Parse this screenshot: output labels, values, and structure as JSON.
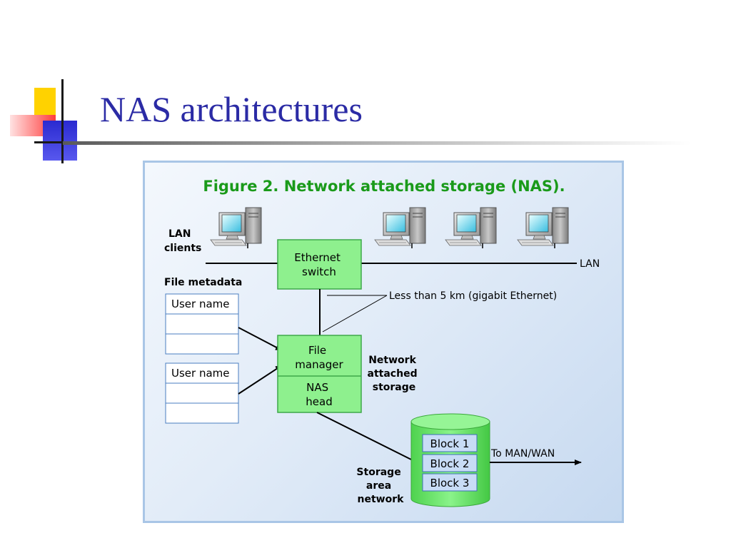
{
  "slide": {
    "title": "NAS architectures"
  },
  "figure": {
    "caption": "Figure 2. Network attached storage (NAS).",
    "lan_clients": [
      "LAN",
      "clients"
    ],
    "lan_label": "LAN",
    "ethernet_switch": [
      "Ethernet",
      "switch"
    ],
    "distance_note": "Less than 5 km (gigabit Ethernet)",
    "file_metadata_label": "File metadata",
    "metadata_tables": [
      {
        "rows": [
          "User name",
          "",
          ""
        ]
      },
      {
        "rows": [
          "User name",
          "",
          ""
        ]
      }
    ],
    "file_manager": [
      "File",
      "manager"
    ],
    "nas_head": [
      "NAS",
      "head"
    ],
    "nas_label": [
      "Network",
      "attached",
      "storage"
    ],
    "blocks": [
      "Block 1",
      "Block 2",
      "Block 3"
    ],
    "to_man_wan": "To MAN/WAN",
    "san_label": [
      "Storage",
      "area",
      "network"
    ]
  },
  "colors": {
    "title": "#2b2ba5",
    "caption": "#1a9a1a",
    "node_fill": "#8ef08e",
    "node_border": "#3ea84a",
    "cylinder": "#6ee66e",
    "block_fill": "#c8dcf6"
  }
}
